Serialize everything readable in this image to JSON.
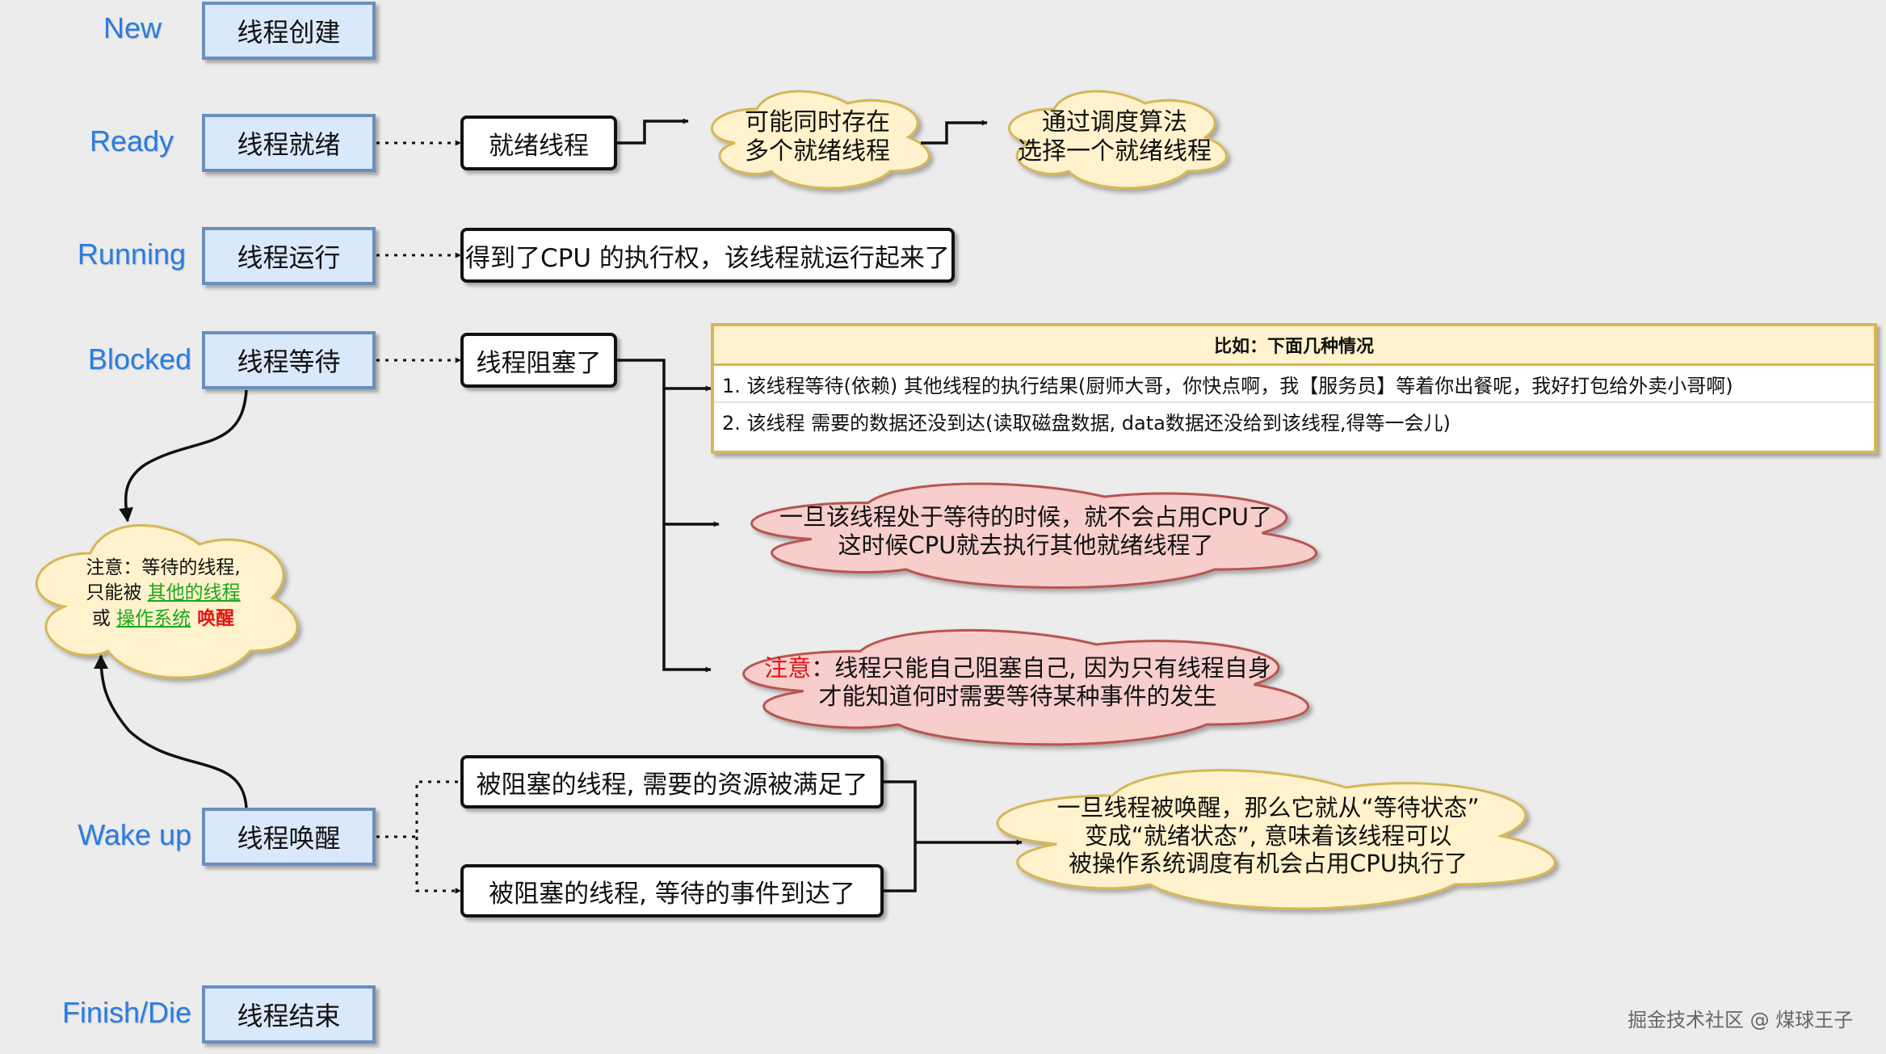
{
  "states": [
    {
      "id": "new",
      "label": "New",
      "box": "线程创建"
    },
    {
      "id": "ready",
      "label": "Ready",
      "box": "线程就绪"
    },
    {
      "id": "running",
      "label": "Running",
      "box": "线程运行"
    },
    {
      "id": "blocked",
      "label": "Blocked",
      "box": "线程等待"
    },
    {
      "id": "wakeup",
      "label": "Wake up",
      "box": "线程唤醒"
    },
    {
      "id": "finish",
      "label": "Finish/Die",
      "box": "线程结束"
    }
  ],
  "ready": {
    "node": "就绪线程",
    "cloud1": [
      "可能同时存在",
      "多个就绪线程"
    ],
    "cloud2": [
      "通过调度算法",
      "选择一个就绪线程"
    ]
  },
  "running": {
    "node": "得到了CPU 的执行权，该线程就运行起来了"
  },
  "blocked": {
    "node": "线程阻塞了",
    "table": {
      "header": "比如：下面几种情况",
      "rows": [
        "1. 该线程等待(依赖) 其他线程的执行结果(厨师大哥，你快点啊，我【服务员】等着你出餐呢，我好打包给外卖小哥啊)",
        "2. 该线程 需要的数据还没到达(读取磁盘数据, data数据还没给到该线程,得等一会儿)"
      ]
    },
    "cloud1": [
      "一旦该线程处于等待的时候，就不会占用CPU了",
      "这时候CPU就去执行其他就绪线程了"
    ],
    "cloud2": {
      "prefix": "注意",
      "line1": "：线程只能自己阻塞自己, 因为只有线程自身",
      "line2": "才能知道何时需要等待某种事件的发生"
    }
  },
  "note": {
    "line1": "注意：等待的线程,",
    "line2_prefix": "只能被 ",
    "line2_link": "其他的线程",
    "line3_prefix": "或 ",
    "line3_link": "操作系统",
    "line3_suffix": " 唤醒"
  },
  "wakeup": {
    "node1": "被阻塞的线程, 需要的资源被满足了",
    "node2": "被阻塞的线程, 等待的事件到达了",
    "cloud": [
      "一旦线程被唤醒，那么它就从“等待状态”",
      "变成“就绪状态”, 意味着该线程可以",
      "被操作系统调度有机会占用CPU执行了"
    ]
  },
  "watermark": "掘金技术社区 @ 煤球王子",
  "colors": {
    "background": "#ececec",
    "state_label": "#2a7de1",
    "state_box_fill": "#dae8fc",
    "state_box_border": "#6c8ebf",
    "cloud_yellow_fill": "#fff2cc",
    "cloud_yellow_stroke": "#d6b656",
    "cloud_red_fill": "#f8cecc",
    "cloud_red_stroke": "#b85450",
    "link_green": "#1aa81a",
    "highlight_red": "#e51414"
  }
}
